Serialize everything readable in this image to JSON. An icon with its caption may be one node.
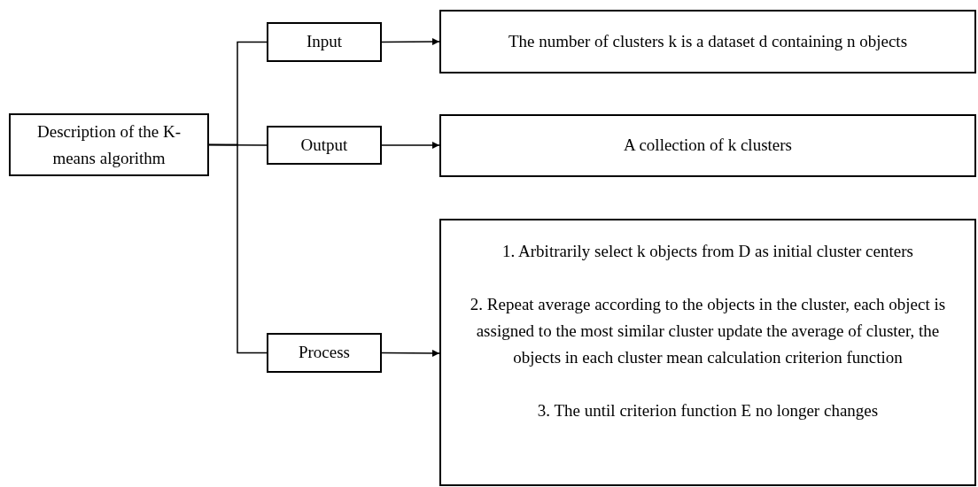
{
  "diagram": {
    "nodes": [
      {
        "text": [
          "Description of the K-means algorithm"
        ]
      },
      {
        "text": [
          "Input"
        ]
      },
      {
        "text": [
          "Output"
        ]
      },
      {
        "text": [
          "Process"
        ]
      },
      {
        "text": [
          "The number of clusters k is a dataset d containing n objects"
        ]
      },
      {
        "text": [
          "A collection of k clusters"
        ]
      },
      {
        "text": [
          "1. Arbitrarily select k objects from D as initial cluster centers",
          "2. Repeat average according to the objects in the cluster, each object is assigned to the most similar cluster update the average of cluster, the objects in each cluster mean calculation criterion function",
          "3. The until criterion function E no longer changes"
        ]
      }
    ],
    "edges": [
      {
        "from": 0,
        "to": 1,
        "arrow": "none"
      },
      {
        "from": 0,
        "to": 2,
        "arrow": "none"
      },
      {
        "from": 0,
        "to": 3,
        "arrow": "none"
      },
      {
        "from": 1,
        "to": 4,
        "arrow": "to"
      },
      {
        "from": 2,
        "to": 5,
        "arrow": "to"
      },
      {
        "from": 3,
        "to": 6,
        "arrow": "to"
      }
    ]
  }
}
